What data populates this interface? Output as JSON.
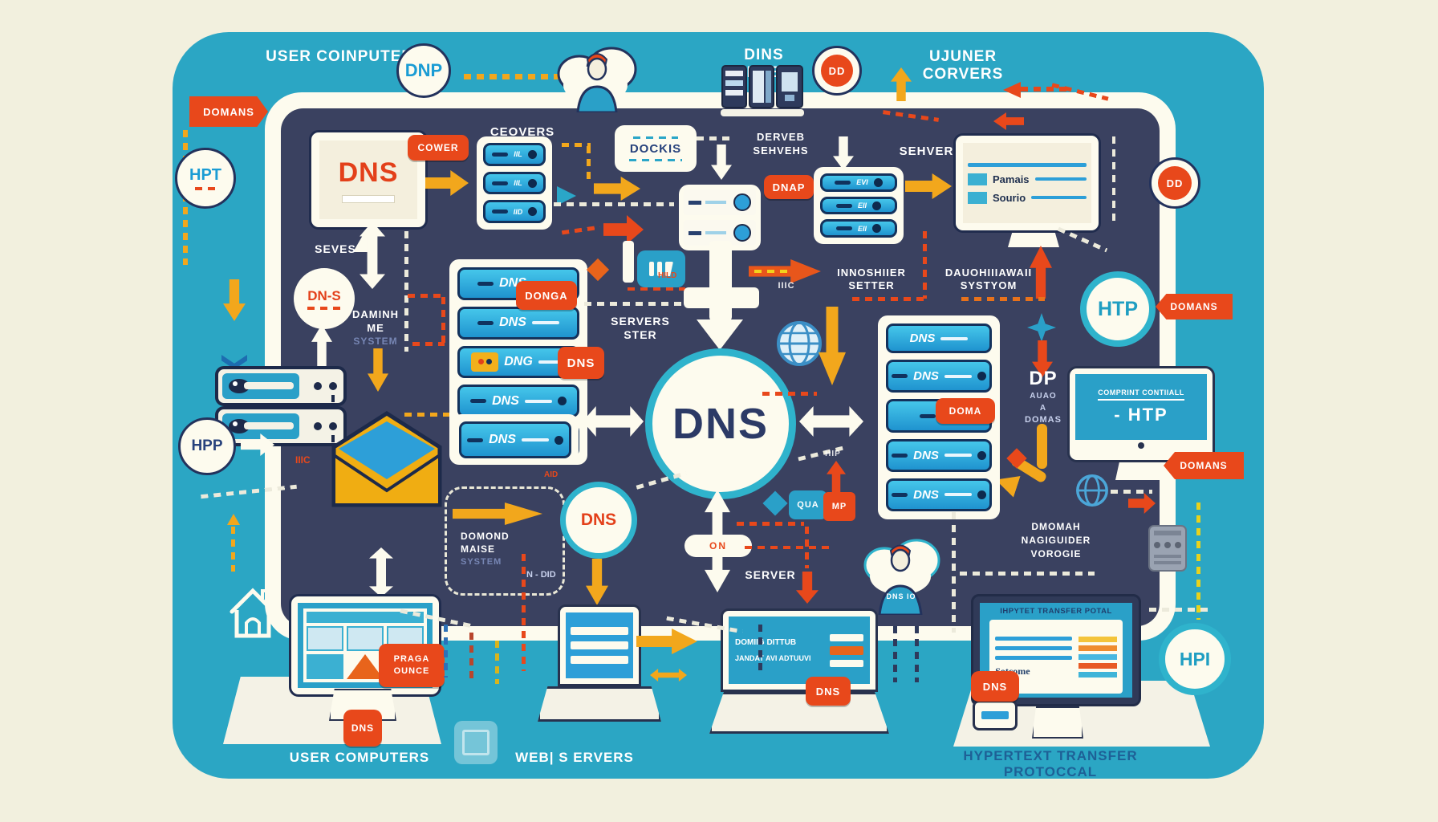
{
  "title": "DNS infographic (AI-generated, garbled labels)",
  "palette": {
    "bg": "#f2f0de",
    "teal": "#2ba6c4",
    "navy": "#3a4160",
    "red": "#e8481b",
    "yellow": "#f2a71c",
    "bar_blue": "#2aa4dd",
    "ring_teal": "#2fb3cc",
    "cream": "#fdfbee"
  },
  "icons": {
    "cloud_person": "cloud-person-icon",
    "globe": "globe-icon",
    "envelope": "envelope-icon",
    "house": "house-icon",
    "server_rack": "server-rack-icon",
    "chip": "memory-chip-icon",
    "monitor": "monitor-icon",
    "laptop": "laptop-icon"
  },
  "top": {
    "user_computers": "USER COINPUTERS",
    "dnp": "DNP",
    "dns_servers": "DINS SERVEBS",
    "dd": "DD",
    "user_servers": "UJUNER CORVERS"
  },
  "left": {
    "domains": "DOMANS",
    "hpt": "HPT",
    "hpp": "HPP",
    "mail_tag": "IIIC"
  },
  "tl": {
    "monitor_dns": "DNS",
    "cower": "COWER",
    "cervers": "CEOVERS",
    "stack1": [
      "IIL",
      "IIL",
      "IID"
    ],
    "dockis": "DOCKIS",
    "derver1": "DERVEB",
    "derver2": "SEHVEHS",
    "dnap": "DNAP",
    "stack2": [
      "EVI",
      "EII",
      "EII"
    ],
    "servers2": "SEHVERS",
    "pamais": "Pamais",
    "sourio": "Sourio",
    "dd2": "DD"
  },
  "ml": {
    "seves": "SEVES",
    "dns_circle": "DN-S",
    "dms": [
      "DAMINH",
      "ME",
      "SYSTEM"
    ],
    "stack": [
      "DNS",
      "DNS",
      "DNG",
      "DNS",
      "DNS"
    ],
    "donga": "DONGA",
    "dns_tag": "DNS"
  },
  "c": {
    "servers_ster1": "SERVERS",
    "servers_ster2": "STER",
    "dns_big": "DNS",
    "iiic": "IIIC",
    "hild": "HILD",
    "inno1": "INNOSHIIER",
    "inno2": "SETTER",
    "dano1": "DAUOHIIIAWAII",
    "dano2": "SYSTYOM"
  },
  "r": {
    "htp": "HTP",
    "dp": "DP",
    "dp_sub": [
      "AUAO",
      "A",
      "DOMAS"
    ],
    "stack": [
      "DNS",
      "DNS",
      "DN",
      "DNS",
      "DNS"
    ],
    "doma": "DOMA",
    "imac_line1": "COMPRINT CONTIIALL",
    "imac_line2": "- HTP",
    "pennant1": "DOMANS",
    "pennant2": "DOMANS"
  },
  "b": {
    "dms2": [
      "DOMOND",
      "MAISE",
      "SYSTEM"
    ],
    "bar_dns": "DNS",
    "dns_circle2": "DNS",
    "aid": "AID",
    "n_did": "N - DID",
    "server": "SERVER",
    "on": "ON",
    "qua": "QUA",
    "mp": "MP",
    "hip": "HIP",
    "shirt": "DNS IO",
    "voro": [
      "DMOMAH",
      "NAGIGUIDER",
      "VOROGIE"
    ],
    "laptop3_1": "DOMIIG DITTUB",
    "laptop3_2": "JANDAT AVI ADTUUVI",
    "mon4_title": "IHPYTET TRANSFER POTAL",
    "mon4_sotcome": "Sotcome",
    "praga1": "PRAGA",
    "praga2": "OUNCE",
    "dns_b1": "DNS",
    "dns_b2": "DNS",
    "dns_b3": "DNS",
    "user_computers": "USER COMPUTERS",
    "web_servers": "WEB| S ERVERS",
    "hypertext": "HYPERTEXT TRANSFER PROTOCCAL",
    "hpi": "HPI"
  }
}
